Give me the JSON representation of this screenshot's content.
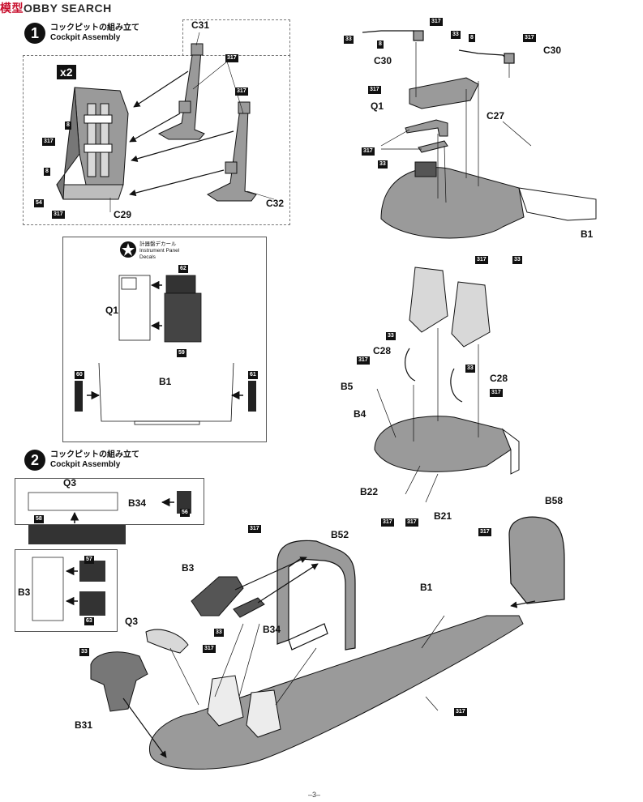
{
  "watermark": {
    "left": "模型",
    "right": "OBBY SEARCH"
  },
  "steps": [
    {
      "number": "1",
      "title_jp": "コックピットの組み立て",
      "title_en": "Cockpit Assembly"
    },
    {
      "number": "2",
      "title_jp": "コックピットの組み立て",
      "title_en": "Cockpit Assembly"
    }
  ],
  "multiplier": "x2",
  "decal_note": {
    "title_jp": "計器盤デカール",
    "title_en_1": "Instrument Panel",
    "title_en_2": "Decals"
  },
  "page_number": "–3–",
  "colors": {
    "ink": "#111111",
    "part_fill": "#9a9a9a",
    "dark_fill": "#555555",
    "page_bg": "#ffffff"
  },
  "labels": {
    "c31": "C31",
    "c32": "C32",
    "c29": "C29",
    "c30a": "C30",
    "c30b": "C30",
    "c27": "C27",
    "q1": "Q1",
    "b1a": "B1",
    "b1b": "B1",
    "b1c": "B1",
    "q1b": "Q1",
    "c28a": "C28",
    "c28b": "C28",
    "b5": "B5",
    "b4": "B4",
    "b22": "B22",
    "b21": "B21",
    "q3a": "Q3",
    "b34a": "B34",
    "b3a": "B3",
    "b58": "B58",
    "b52": "B52",
    "b3b": "B3",
    "q3b": "Q3",
    "b34b": "B34",
    "b31": "B31"
  },
  "tags": {
    "t8a": "8",
    "t317a": "317",
    "t8b": "8",
    "t54": "54",
    "t317b": "317",
    "t317c": "317",
    "t317d": "317",
    "t33a": "33",
    "t8c": "8",
    "t317e": "317",
    "t33b": "33",
    "t8d": "8",
    "t317f": "317",
    "t317g": "317",
    "t317h": "317",
    "t33c": "33",
    "t317i": "317",
    "t33d": "33",
    "t62": "62",
    "t59": "59",
    "t60": "60",
    "t61": "61",
    "t33e": "33",
    "t317j": "317",
    "t33f": "33",
    "t317k": "317",
    "t317l": "317",
    "t317m": "317",
    "t58": "58",
    "t56": "56",
    "t57": "57",
    "t63": "63",
    "t317n": "317",
    "t317o": "317",
    "t33g": "33",
    "t317p": "317",
    "t33h": "33",
    "t317q": "317"
  }
}
